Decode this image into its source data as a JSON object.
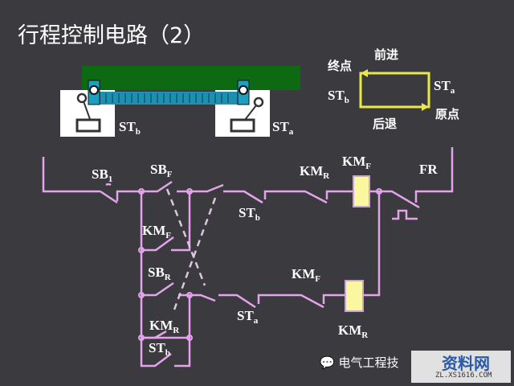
{
  "title": "行程控制电路（2）",
  "mechanism": {
    "left_switch": {
      "main": "ST",
      "sub": "b"
    },
    "right_switch": {
      "main": "ST",
      "sub": "a"
    }
  },
  "motion_diagram": {
    "forward": "前进",
    "backward": "后退",
    "end_point": "终点",
    "origin": "原点",
    "left_label": {
      "main": "ST",
      "sub": "b"
    },
    "right_label": {
      "main": "ST",
      "sub": "a"
    },
    "color": "#e8e84a"
  },
  "circuit": {
    "wire_color": "#e4a4ec",
    "coil_color": "#fbf7a0",
    "labels": {
      "sb1": {
        "main": "SB",
        "sub": "1"
      },
      "sbf": {
        "main": "SB",
        "sub": "F"
      },
      "kmf_hold": {
        "main": "KM",
        "sub": "F"
      },
      "sbr": {
        "main": "SB",
        "sub": "R"
      },
      "kmr_hold": {
        "main": "KM",
        "sub": "R"
      },
      "stb_hold": {
        "main": "ST",
        "sub": "b"
      },
      "stb_top": {
        "main": "ST",
        "sub": "b"
      },
      "sta_bot": {
        "main": "ST",
        "sub": "a"
      },
      "kmr_interlock": {
        "main": "KM",
        "sub": "R"
      },
      "kmf_coil": {
        "main": "KM",
        "sub": "F"
      },
      "kmf_interlock": {
        "main": "KM",
        "sub": "F"
      },
      "kmr_coil": {
        "main": "KM",
        "sub": "R"
      },
      "fr": {
        "main": "FR"
      }
    }
  },
  "watermark": {
    "channel": "电气工程技",
    "logo_text": "资料网",
    "logo_url": "ZL.XS1616.COM"
  }
}
